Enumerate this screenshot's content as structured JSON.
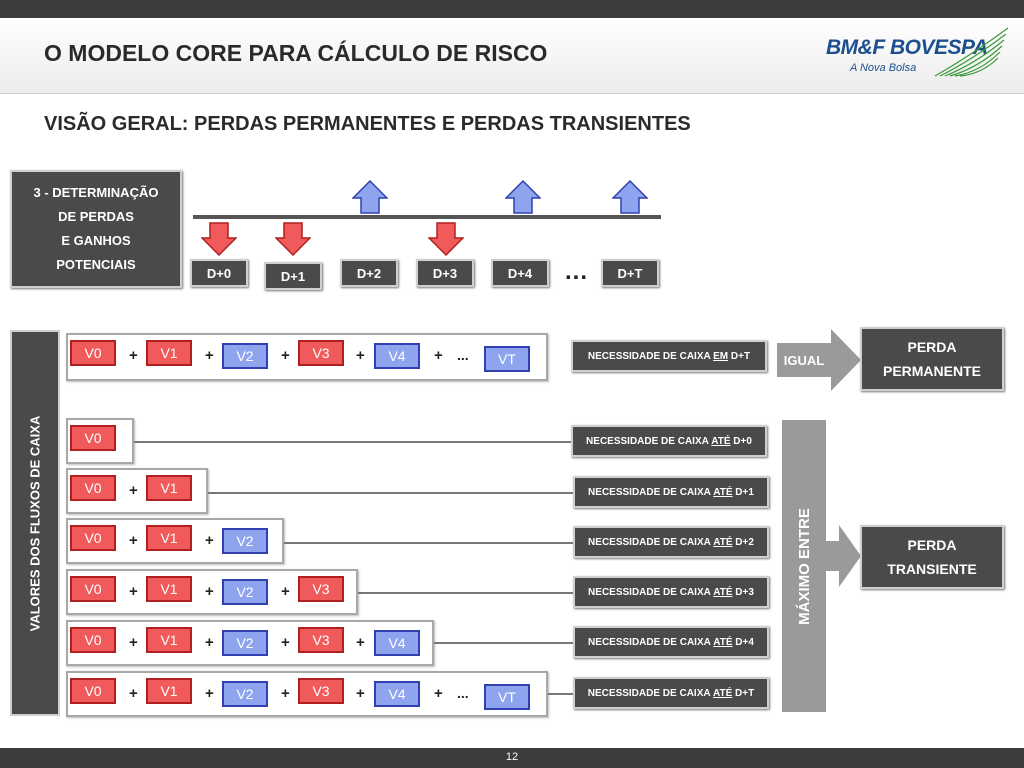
{
  "slide": {
    "title": "O MODELO CORE PARA CÁLCULO DE RISCO",
    "subtitle": "VISÃO GERAL: PERDAS PERMANENTES E PERDAS TRANSIENTES",
    "page_number": "12"
  },
  "logo": {
    "name": "BM&F BOVESPA",
    "tagline": "A Nova Bolsa",
    "color": "#1c4f8f"
  },
  "determination": {
    "lines": [
      "3 - DETERMINAÇÃO",
      "DE  PERDAS",
      "E GANHOS",
      "POTENCIAIS"
    ]
  },
  "timeline": {
    "days": [
      {
        "label": "D+0",
        "arrow": "down"
      },
      {
        "label": "D+1",
        "arrow": "down"
      },
      {
        "label": "D+2",
        "arrow": "up"
      },
      {
        "label": "D+3",
        "arrow": "down"
      },
      {
        "label": "D+4",
        "arrow": "up"
      },
      {
        "label": "D+T",
        "arrow": "up"
      }
    ],
    "ellipsis": "..."
  },
  "cashflow_label": "VALORES DOS FLUXOS DE CAIXA",
  "rows": [
    {
      "values": [
        "V0",
        "V1",
        "V2",
        "V3",
        "V4",
        "VT"
      ],
      "nec_prefix": "NECESSIDADE DE CAIXA ",
      "nec_word": "EM",
      "nec_suffix": " D+T"
    },
    {
      "values": [
        "V0"
      ],
      "nec_prefix": "NECESSIDADE DE CAIXA ",
      "nec_word": "ATÉ",
      "nec_suffix": " D+0"
    },
    {
      "values": [
        "V0",
        "V1"
      ],
      "nec_prefix": "NECESSIDADE DE CAIXA ",
      "nec_word": "ATÉ",
      "nec_suffix": " D+1"
    },
    {
      "values": [
        "V0",
        "V1",
        "V2"
      ],
      "nec_prefix": "NECESSIDADE DE CAIXA ",
      "nec_word": "ATÉ",
      "nec_suffix": " D+2"
    },
    {
      "values": [
        "V0",
        "V1",
        "V2",
        "V3"
      ],
      "nec_prefix": "NECESSIDADE DE CAIXA ",
      "nec_word": "ATÉ",
      "nec_suffix": " D+3"
    },
    {
      "values": [
        "V0",
        "V1",
        "V2",
        "V3",
        "V4"
      ],
      "nec_prefix": "NECESSIDADE DE CAIXA ",
      "nec_word": "ATÉ",
      "nec_suffix": " D+4"
    },
    {
      "values": [
        "V0",
        "V1",
        "V2",
        "V3",
        "V4",
        "VT"
      ],
      "nec_prefix": "NECESSIDADE DE CAIXA ",
      "nec_word": "ATÉ",
      "nec_suffix": " D+T"
    }
  ],
  "operators": {
    "plus": "+",
    "ellipsis": "..."
  },
  "igual": "IGUAL",
  "maximo": "MÁXIMO ENTRE",
  "perda_permanente": [
    "PERDA",
    "PERMANENTE"
  ],
  "perda_transiente": [
    "PERDA",
    "TRANSIENTE"
  ],
  "colors": {
    "loss_fill": "#f05a5a",
    "loss_border": "#b02020",
    "gain_fill": "#8fa4ee",
    "gain_border": "#3040b0",
    "dark_box": "#4a4a4a",
    "grey_arrow": "#9a9a9a"
  }
}
